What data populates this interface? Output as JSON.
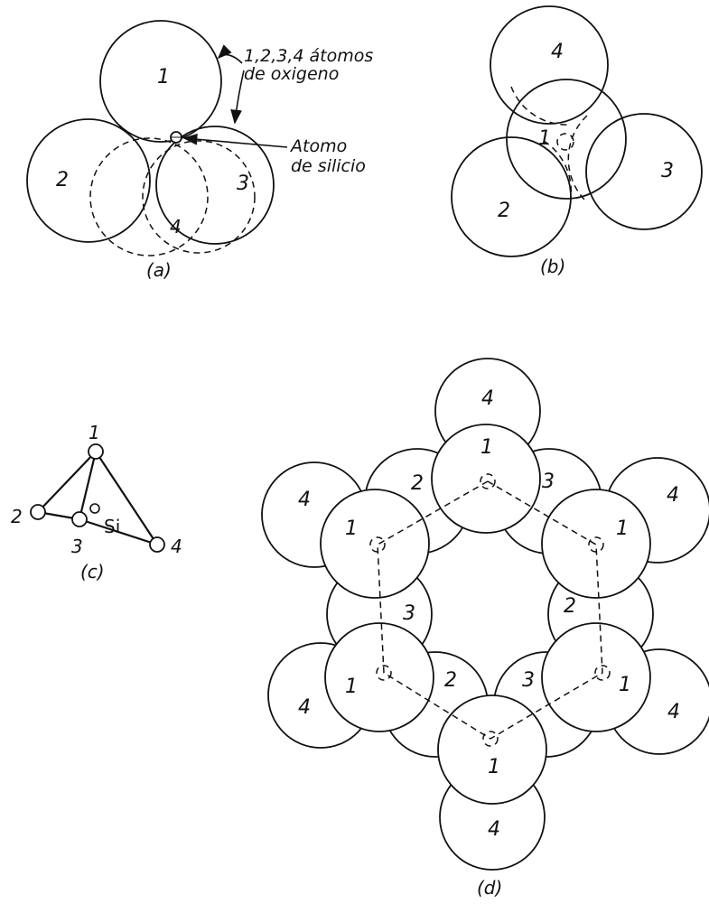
{
  "panel_a": {
    "oxygen_labels": [
      "1",
      "2",
      "3",
      "4"
    ],
    "annotation_oxygen_line1": "1,2,3,4 átomos",
    "annotation_oxygen_line2": "de oxigeno",
    "annotation_silicon_line1": "Atomo",
    "annotation_silicon_line2": "de silicio",
    "caption": "(a)"
  },
  "panel_b": {
    "oxygen_labels": [
      "4",
      "1",
      "2",
      "3"
    ],
    "caption": "(b)"
  },
  "panel_c": {
    "vertex_labels": [
      "1",
      "2",
      "3",
      "4"
    ],
    "silicon_label": "Si",
    "caption": "(c)"
  },
  "panel_d": {
    "labels": [
      "4",
      "1",
      "2",
      "3",
      "4",
      "1",
      "4",
      "1",
      "3",
      "2",
      "1",
      "1",
      "2",
      "3",
      "4",
      "4",
      "1",
      "4"
    ],
    "caption": "(d)"
  }
}
